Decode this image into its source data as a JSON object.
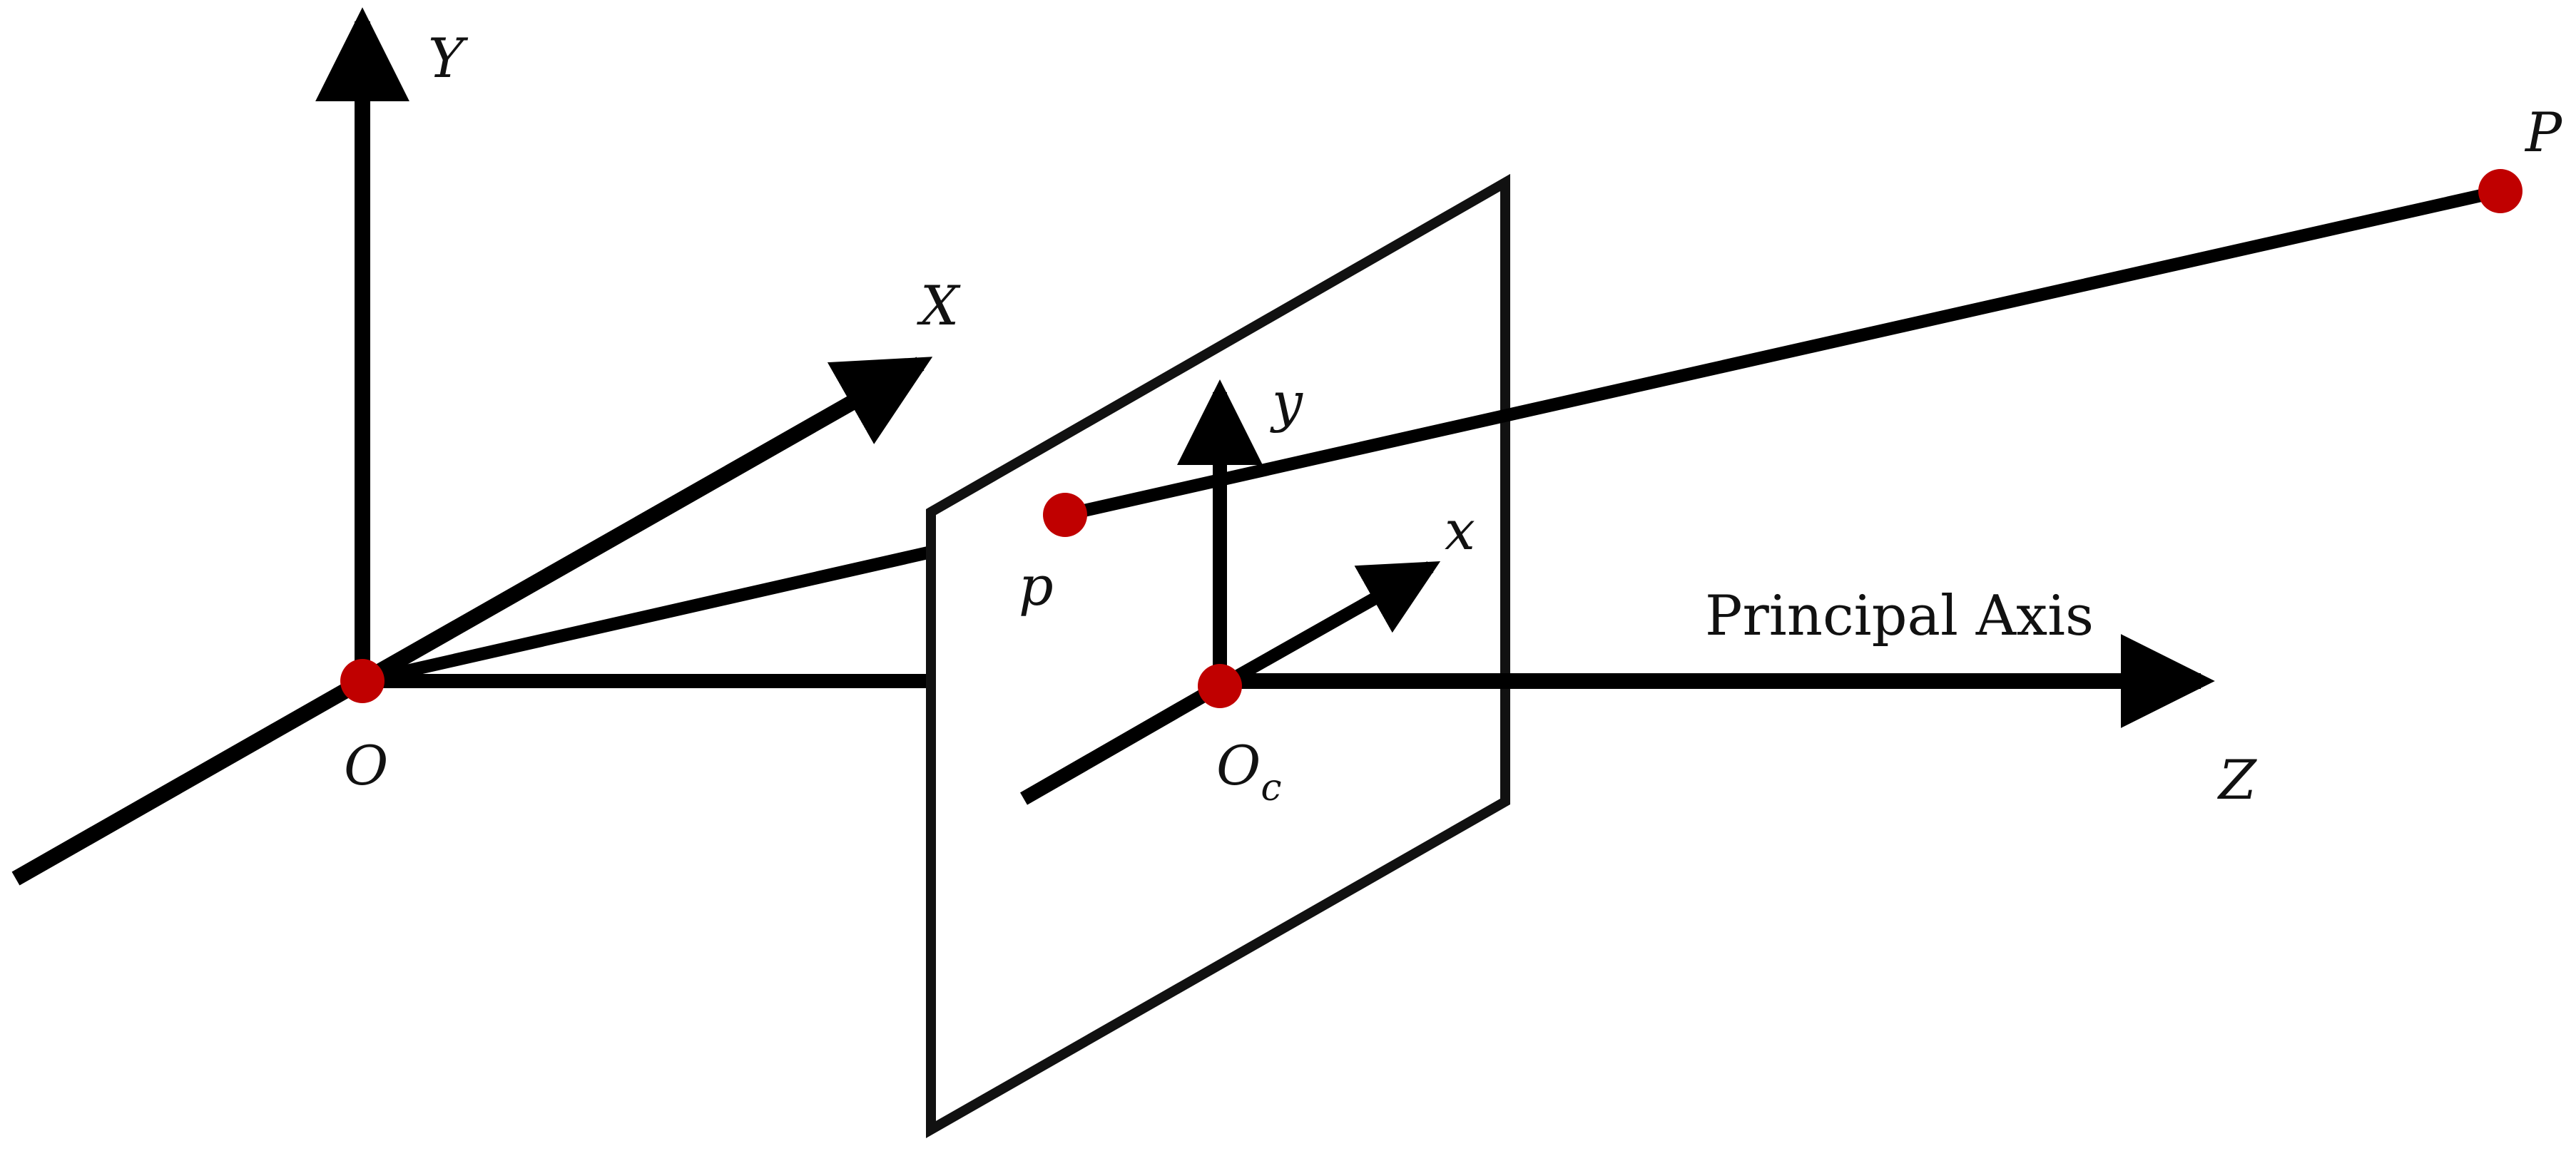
{
  "colors": {
    "stroke": "#000000",
    "point": "#c00000",
    "background": "#ffffff"
  },
  "labels": {
    "world_y_axis": "Y",
    "world_x_axis": "X",
    "world_z_axis": "Z",
    "world_origin": "O",
    "image_y_axis": "y",
    "image_x_axis": "x",
    "camera_origin": "O",
    "camera_origin_subscript": "c",
    "image_point": "p",
    "world_point": "P",
    "principal_axis": "Principal Axis"
  }
}
